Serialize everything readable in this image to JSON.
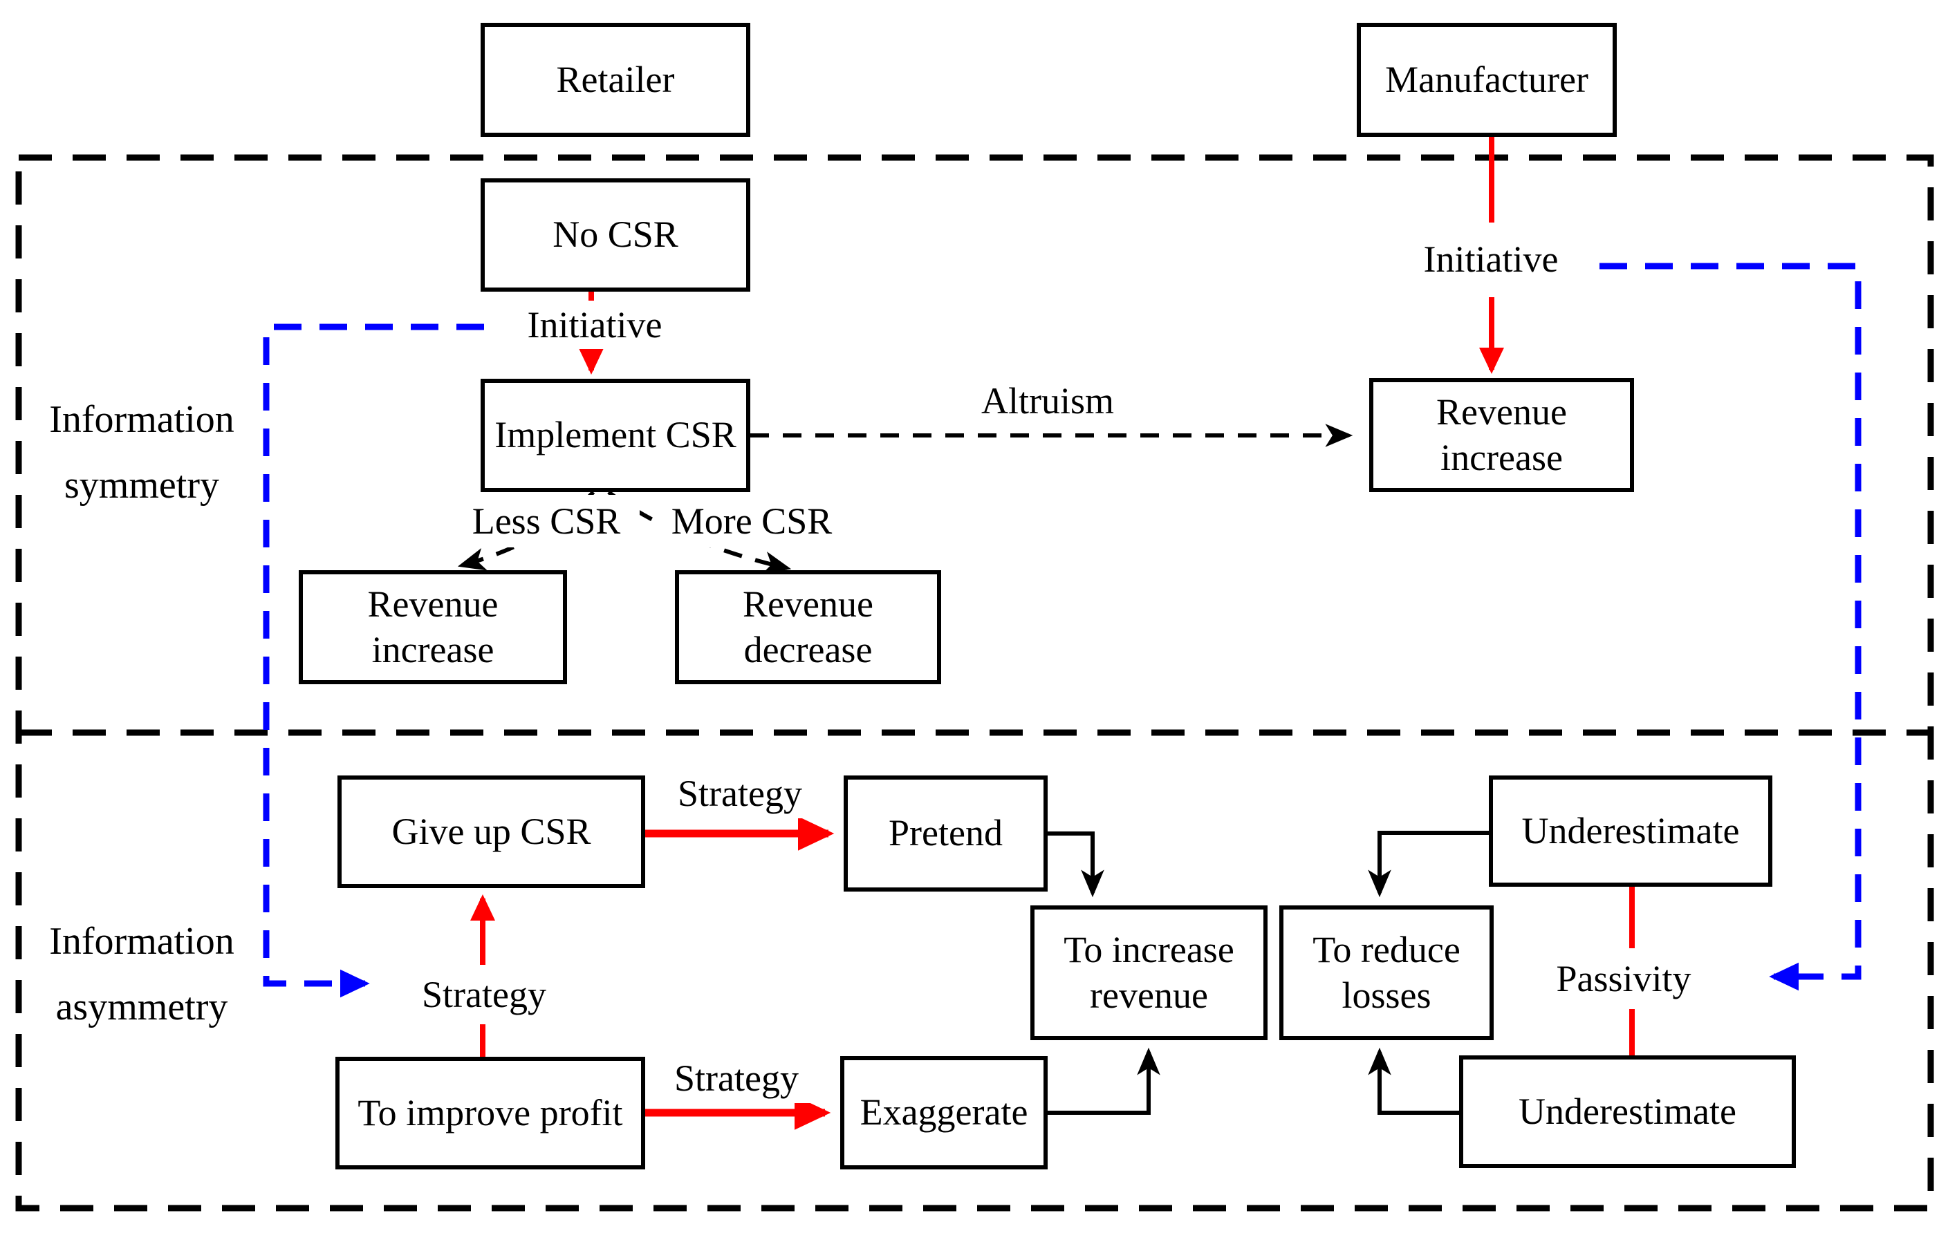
{
  "regions": {
    "symmetry": {
      "label": "Information symmetry"
    },
    "asymmetry": {
      "label": "Information asymmetry"
    }
  },
  "nodes": {
    "retailer": "Retailer",
    "manufacturer": "Manufacturer",
    "no_csr": "No CSR",
    "implement_csr": "Implement CSR",
    "revenue_increase_right": "Revenue increase",
    "revenue_increase_left": "Revenue increase",
    "revenue_decrease": "Revenue decrease",
    "give_up_csr": "Give up CSR",
    "pretend": "Pretend",
    "to_increase_revenue": "To increase revenue",
    "to_reduce_losses": "To reduce losses",
    "underestimate_top": "Underestimate",
    "underestimate_bottom": "Underestimate",
    "to_improve_profit": "To improve profit",
    "exaggerate": "Exaggerate"
  },
  "edge_labels": {
    "initiative_retailer": "Initiative",
    "initiative_manufacturer": "Initiative",
    "altruism": "Altruism",
    "less_csr": "Less CSR",
    "more_csr": "More CSR",
    "strategy_give_up": "Strategy",
    "strategy_pretend": "Strategy",
    "strategy_exaggerate": "Strategy",
    "passivity": "Passivity"
  },
  "colors": {
    "emphasis": "#ff0000",
    "passive_path": "#0000ff",
    "line": "#000000",
    "background": "#ffffff"
  }
}
